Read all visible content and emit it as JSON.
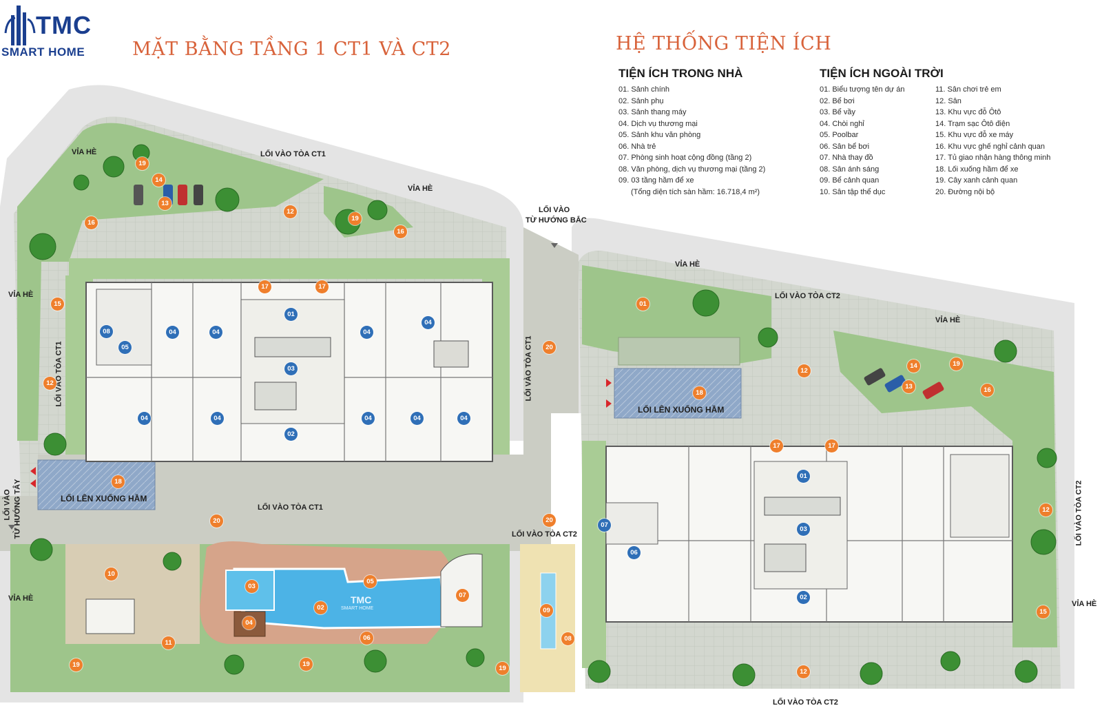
{
  "brand": {
    "name": "TMC",
    "sub": "SMART HOME"
  },
  "plan_title": "MẶT BẰNG TẦNG 1 CT1 VÀ CT2",
  "amenities_title": "HỆ THỐNG TIỆN ÍCH",
  "indoor": {
    "heading": "TIỆN ÍCH TRONG NHÀ",
    "items": [
      "01. Sảnh chính",
      "02. Sảnh phụ",
      "03. Sảnh thang máy",
      "04. Dịch vụ thương mại",
      "05. Sảnh khu văn phòng",
      "06. Nhà trẻ",
      "07. Phòng sinh hoạt cộng đồng (tầng 2)",
      "08. Văn phòng, dịch vụ thương mại (tầng 2)",
      "09. 03 tầng hầm để xe"
    ],
    "note": "(Tổng diện tích sàn hầm: 16.718,4 m²)"
  },
  "outdoor": {
    "heading": "TIỆN ÍCH NGOÀI TRỜI",
    "items_col1": [
      "01. Biểu tượng tên dự án",
      "02. Bể bơi",
      "03. Bể vầy",
      "04. Chòi nghỉ",
      "05. Poolbar",
      "06. Sân bể bơi",
      "07. Nhà thay đồ",
      "08. Sân ánh sáng",
      "09. Bể cảnh quan",
      "10. Sân tập thể dục"
    ],
    "items_col2": [
      "11. Sân chơi trẻ em",
      "12. Sân",
      "13. Khu vực đỗ Ôtô",
      "14. Trạm sạc Ôtô điện",
      "15. Khu vực đỗ xe máy",
      "16. Khu vực ghế nghỉ cảnh quan",
      "17. Tủ giao nhận hàng thông minh",
      "18. Lối xuống hầm để xe",
      "19. Cây xanh cảnh quan",
      "20. Đường nội bộ"
    ]
  },
  "map_labels": {
    "via_he": "VỈA HÈ",
    "loi_vao_ct1": "LỐI VÀO TÒA CT1",
    "loi_vao_ct2": "LỐI VÀO TÒA CT2",
    "loi_len_xuong_ham": "LỐI LÊN XUỐNG HẦM",
    "loi_vao_huong_bac_1": "LỐI VÀO",
    "loi_vao_huong_bac_2": "TỪ HƯỚNG BẮC",
    "loi_vao_huong_tay_1": "LỐI VÀO",
    "loi_vao_huong_tay_2": "TỪ HƯỚNG TÂY",
    "pool_logo_main": "TMC",
    "pool_logo_sub": "SMART HOME"
  },
  "colors": {
    "accent_orange": "#ef7f2c",
    "indoor_blue": "#2f6fb7",
    "title_orange": "#d8623a",
    "brand_blue": "#1b3f8f",
    "pool_blue": "#4cb3e6",
    "lawn_green": "#9ec58b",
    "paving_grey": "#cfd3ca",
    "sidewalk_grey": "#e3e3e3"
  },
  "outdoor_markers": [
    "19",
    "14",
    "13",
    "16",
    "12",
    "19",
    "16",
    "15",
    "12",
    "17",
    "17",
    "01",
    "20",
    "12",
    "14",
    "19",
    "13",
    "16",
    "18",
    "18",
    "17",
    "17",
    "12",
    "20",
    "20",
    "10",
    "03",
    "05",
    "02",
    "04",
    "06",
    "07",
    "09",
    "08",
    "11",
    "19",
    "19",
    "19",
    "12",
    "15"
  ],
  "indoor_markers": [
    "01",
    "04",
    "04",
    "04",
    "04",
    "08",
    "05",
    "03",
    "04",
    "04",
    "04",
    "04",
    "04",
    "02",
    "01",
    "03",
    "07",
    "06",
    "02"
  ]
}
